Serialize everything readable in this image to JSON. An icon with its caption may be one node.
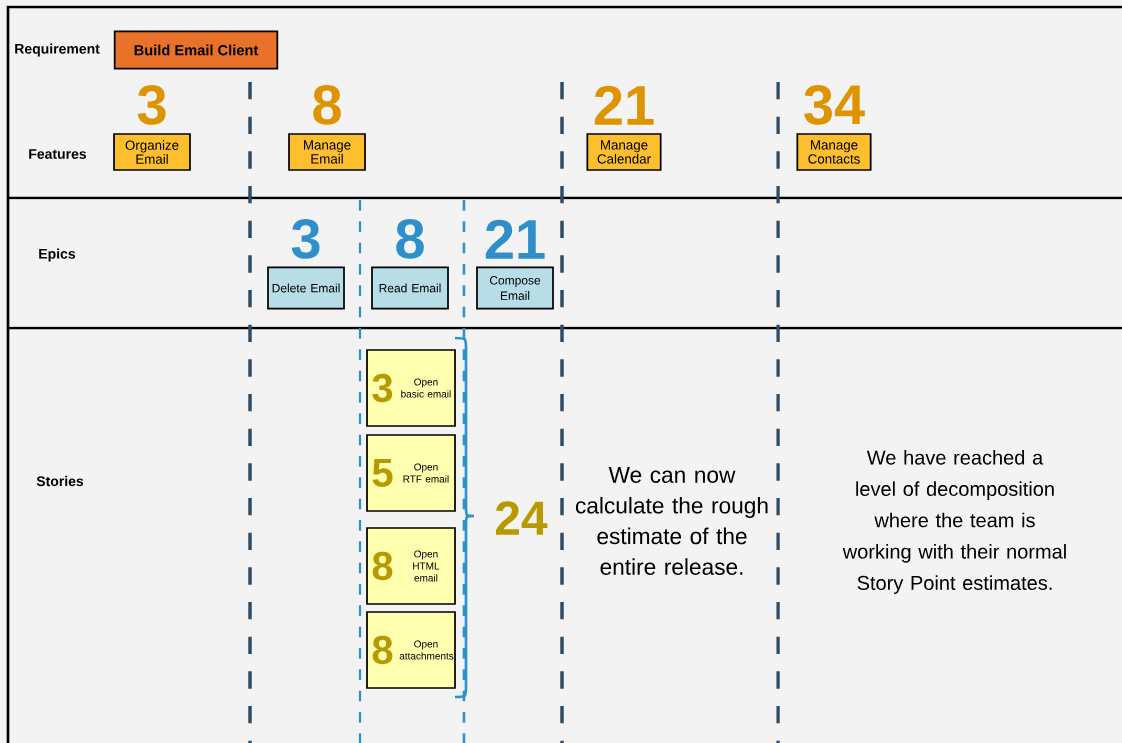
{
  "diagram": {
    "nodes": [
      {
        "text": [
          "Build Email Client"
        ]
      },
      {
        "text": [
          "Organize Email"
        ],
        "beside": [
          "3"
        ]
      },
      {
        "text": [
          "Manage Email"
        ],
        "beside": [
          "8"
        ]
      },
      {
        "text": [
          "Manage Calendar"
        ],
        "beside": [
          "21"
        ]
      },
      {
        "text": [
          "Manage Contacts"
        ],
        "beside": [
          "34"
        ]
      },
      {
        "text": [
          "Delete Email"
        ],
        "beside": [
          "3"
        ]
      },
      {
        "text": [
          "Read Email"
        ],
        "beside": [
          "8"
        ]
      },
      {
        "text": [
          "Compose Email"
        ],
        "beside": [
          "21"
        ]
      },
      {
        "text": [
          "3",
          "Open basic email"
        ]
      },
      {
        "text": [
          "5",
          "Open RTF email"
        ]
      },
      {
        "text": [
          "8",
          "Open HTML email"
        ]
      },
      {
        "text": [
          "8",
          "Open attachments"
        ]
      }
    ],
    "labels": [
      "Requirement",
      "Features",
      "Epics",
      "Stories",
      "24",
      "We can now calculate the rough estimate of the entire release.",
      "We have reached a level of decomposition where the team is working with their normal Story Point estimates."
    ]
  }
}
